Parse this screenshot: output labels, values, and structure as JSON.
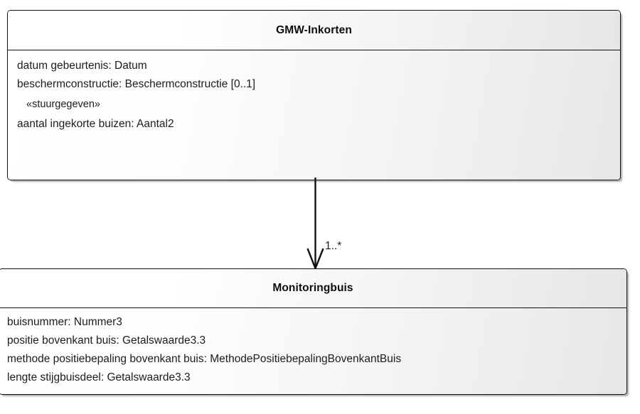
{
  "diagram": {
    "type": "uml-class-diagram",
    "background_color": "#ffffff",
    "classes": [
      {
        "name": "GMW-Inkorten",
        "attributes": [
          {
            "text": "datum gebeurtenis: Datum",
            "kind": "attribute"
          },
          {
            "text": "beschermconstructie: Beschermconstructie [0..1]",
            "kind": "attribute"
          },
          {
            "text": "«stuurgegeven»",
            "kind": "stereotype"
          },
          {
            "text": "aantal ingekorte buizen: Aantal2",
            "kind": "attribute"
          }
        ]
      },
      {
        "name": "Monitoringbuis",
        "attributes": [
          {
            "text": "buisnummer: Nummer3",
            "kind": "attribute"
          },
          {
            "text": "positie bovenkant buis: Getalswaarde3.3",
            "kind": "attribute"
          },
          {
            "text": "methode positiebepaling bovenkant buis: MethodePositiebepalingBovenkantBuis",
            "kind": "attribute"
          },
          {
            "text": "lengte stijgbuisdeel: Getalswaarde3.3",
            "kind": "attribute"
          }
        ]
      }
    ],
    "association": {
      "source": "GMW-Inkorten",
      "target": "Monitoringbuis",
      "multiplicity_label": "1..*",
      "arrowhead": "open-arrow",
      "line_color": "#121212"
    }
  }
}
